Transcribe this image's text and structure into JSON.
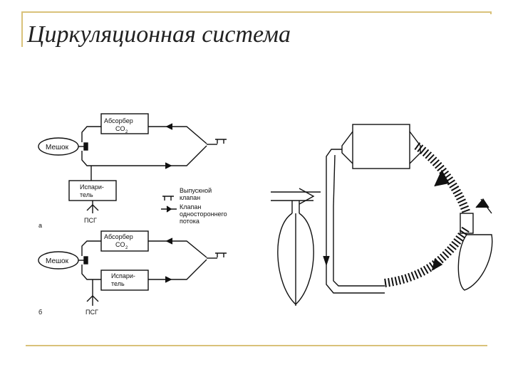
{
  "slide": {
    "title": "Циркуляционная система"
  },
  "diagram_a": {
    "panel_letter": "a",
    "absorber_line1": "Абсорбер",
    "absorber_line2": "CO",
    "absorber_sub": "2",
    "bag": "Мешок",
    "vaporizer_line1": "Испари-",
    "vaporizer_line2": "тель",
    "gas_inlet": "ПСГ"
  },
  "diagram_b": {
    "panel_letter": "б",
    "absorber_line1": "Абсорбер",
    "absorber_line2": "CO",
    "absorber_sub": "2",
    "bag": "Мешок",
    "vaporizer_line1": "Испари-",
    "vaporizer_line2": "тель",
    "gas_inlet": "ПСГ"
  },
  "legend": {
    "valve_line1": "Выпускной",
    "valve_line2": "клапан",
    "oneway_line1": "Клапан",
    "oneway_line2": "одностороннего",
    "oneway_line3": "потока"
  }
}
